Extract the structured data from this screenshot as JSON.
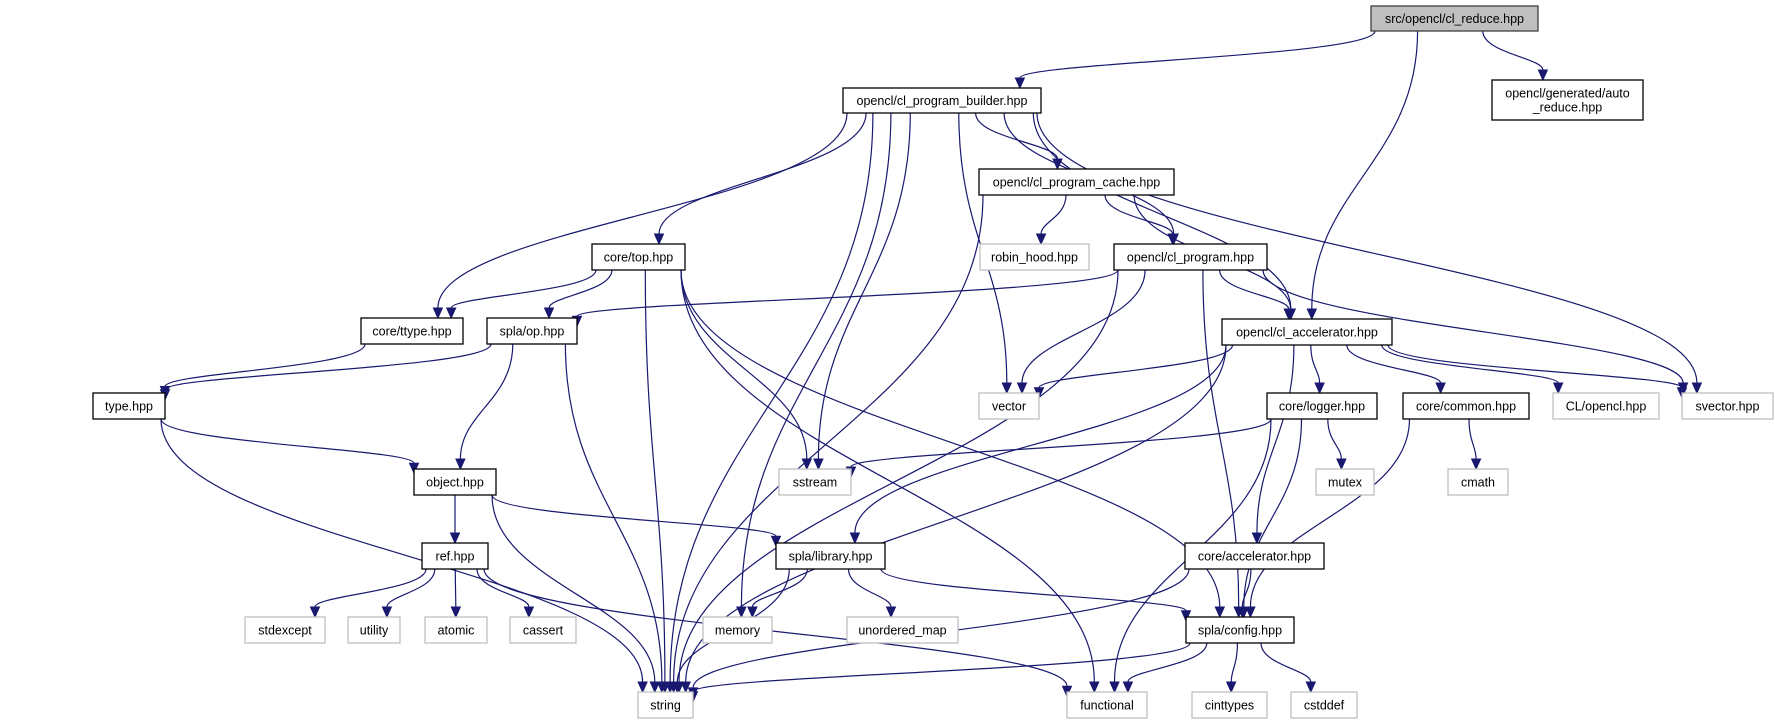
{
  "graph": {
    "title": "src/opencl/cl_reduce.hpp",
    "type": "include-dependency-graph",
    "colors": {
      "edge": "#191970",
      "root_fill": "#bfbfbf",
      "internal_border": "#000000",
      "external_border": "#bfbfbf"
    },
    "nodes": [
      {
        "id": "cl_reduce",
        "label": "src/opencl/cl_reduce.hpp",
        "kind": "root"
      },
      {
        "id": "auto_reduce",
        "label": [
          "opencl/generated/auto",
          "_reduce.hpp"
        ],
        "kind": "internal"
      },
      {
        "id": "cl_program_builder",
        "label": "opencl/cl_program_builder.hpp",
        "kind": "internal"
      },
      {
        "id": "cl_program_cache",
        "label": "opencl/cl_program_cache.hpp",
        "kind": "internal"
      },
      {
        "id": "core_top",
        "label": "core/top.hpp",
        "kind": "internal"
      },
      {
        "id": "robin_hood",
        "label": "robin_hood.hpp",
        "kind": "external"
      },
      {
        "id": "cl_program",
        "label": "opencl/cl_program.hpp",
        "kind": "internal"
      },
      {
        "id": "core_ttype",
        "label": "core/ttype.hpp",
        "kind": "internal"
      },
      {
        "id": "spla_op",
        "label": "spla/op.hpp",
        "kind": "internal"
      },
      {
        "id": "cl_accelerator",
        "label": "opencl/cl_accelerator.hpp",
        "kind": "internal"
      },
      {
        "id": "type_hpp",
        "label": "type.hpp",
        "kind": "internal"
      },
      {
        "id": "vector",
        "label": "vector",
        "kind": "external"
      },
      {
        "id": "core_logger",
        "label": "core/logger.hpp",
        "kind": "internal"
      },
      {
        "id": "core_common",
        "label": "core/common.hpp",
        "kind": "internal"
      },
      {
        "id": "cl_opencl",
        "label": "CL/opencl.hpp",
        "kind": "external"
      },
      {
        "id": "svector",
        "label": "svector.hpp",
        "kind": "external"
      },
      {
        "id": "object_hpp",
        "label": "object.hpp",
        "kind": "internal"
      },
      {
        "id": "sstream",
        "label": "sstream",
        "kind": "external"
      },
      {
        "id": "mutex",
        "label": "mutex",
        "kind": "external"
      },
      {
        "id": "cmath",
        "label": "cmath",
        "kind": "external"
      },
      {
        "id": "ref_hpp",
        "label": "ref.hpp",
        "kind": "internal"
      },
      {
        "id": "spla_library",
        "label": "spla/library.hpp",
        "kind": "internal"
      },
      {
        "id": "core_accelerator",
        "label": "core/accelerator.hpp",
        "kind": "internal"
      },
      {
        "id": "stdexcept",
        "label": "stdexcept",
        "kind": "external"
      },
      {
        "id": "utility",
        "label": "utility",
        "kind": "external"
      },
      {
        "id": "atomic",
        "label": "atomic",
        "kind": "external"
      },
      {
        "id": "cassert",
        "label": "cassert",
        "kind": "external"
      },
      {
        "id": "memory",
        "label": "memory",
        "kind": "external"
      },
      {
        "id": "unordered_map",
        "label": "unordered_map",
        "kind": "external"
      },
      {
        "id": "spla_config",
        "label": "spla/config.hpp",
        "kind": "internal"
      },
      {
        "id": "string",
        "label": "string",
        "kind": "external"
      },
      {
        "id": "functional",
        "label": "functional",
        "kind": "external"
      },
      {
        "id": "cinttypes",
        "label": "cinttypes",
        "kind": "external"
      },
      {
        "id": "cstddef",
        "label": "cstddef",
        "kind": "external"
      }
    ],
    "edges": [
      [
        "cl_reduce",
        "cl_program_builder"
      ],
      [
        "cl_reduce",
        "cl_accelerator"
      ],
      [
        "cl_reduce",
        "auto_reduce"
      ],
      [
        "cl_program_builder",
        "string"
      ],
      [
        "cl_program_builder",
        "core_ttype"
      ],
      [
        "cl_program_builder",
        "core_top"
      ],
      [
        "cl_program_builder",
        "memory"
      ],
      [
        "cl_program_builder",
        "sstream"
      ],
      [
        "cl_program_builder",
        "vector"
      ],
      [
        "cl_program_builder",
        "cl_program_cache"
      ],
      [
        "cl_program_builder",
        "cl_program"
      ],
      [
        "cl_program_builder",
        "cl_accelerator"
      ],
      [
        "cl_program_builder",
        "svector"
      ],
      [
        "cl_program_cache",
        "string"
      ],
      [
        "cl_program_cache",
        "robin_hood"
      ],
      [
        "cl_program_cache",
        "cl_program"
      ],
      [
        "cl_program_cache",
        "cl_accelerator"
      ],
      [
        "core_top",
        "string"
      ],
      [
        "core_top",
        "core_ttype"
      ],
      [
        "core_top",
        "spla_op"
      ],
      [
        "core_top",
        "sstream"
      ],
      [
        "core_top",
        "functional"
      ],
      [
        "core_top",
        "spla_config"
      ],
      [
        "cl_program",
        "spla_op"
      ],
      [
        "cl_program",
        "string"
      ],
      [
        "cl_program",
        "vector"
      ],
      [
        "cl_program",
        "spla_config"
      ],
      [
        "cl_program",
        "cl_accelerator"
      ],
      [
        "cl_program",
        "svector"
      ],
      [
        "core_ttype",
        "type_hpp"
      ],
      [
        "spla_op",
        "type_hpp"
      ],
      [
        "spla_op",
        "string"
      ],
      [
        "spla_op",
        "object_hpp"
      ],
      [
        "cl_accelerator",
        "vector"
      ],
      [
        "cl_accelerator",
        "spla_library"
      ],
      [
        "cl_accelerator",
        "string"
      ],
      [
        "cl_accelerator",
        "core_accelerator"
      ],
      [
        "cl_accelerator",
        "core_logger"
      ],
      [
        "cl_accelerator",
        "core_common"
      ],
      [
        "cl_accelerator",
        "cl_opencl"
      ],
      [
        "cl_accelerator",
        "svector"
      ],
      [
        "type_hpp",
        "string"
      ],
      [
        "type_hpp",
        "object_hpp"
      ],
      [
        "object_hpp",
        "string"
      ],
      [
        "object_hpp",
        "ref_hpp"
      ],
      [
        "object_hpp",
        "spla_library"
      ],
      [
        "core_logger",
        "sstream"
      ],
      [
        "core_logger",
        "mutex"
      ],
      [
        "core_logger",
        "functional"
      ],
      [
        "core_logger",
        "spla_config"
      ],
      [
        "core_common",
        "cmath"
      ],
      [
        "core_common",
        "spla_config"
      ],
      [
        "ref_hpp",
        "stdexcept"
      ],
      [
        "ref_hpp",
        "utility"
      ],
      [
        "ref_hpp",
        "atomic"
      ],
      [
        "ref_hpp",
        "cassert"
      ],
      [
        "ref_hpp",
        "functional"
      ],
      [
        "spla_library",
        "memory"
      ],
      [
        "spla_library",
        "unordered_map"
      ],
      [
        "spla_library",
        "string"
      ],
      [
        "spla_library",
        "spla_config"
      ],
      [
        "core_accelerator",
        "spla_config"
      ],
      [
        "core_accelerator",
        "string"
      ],
      [
        "spla_config",
        "string"
      ],
      [
        "spla_config",
        "functional"
      ],
      [
        "spla_config",
        "cinttypes"
      ],
      [
        "spla_config",
        "cstddef"
      ]
    ]
  }
}
